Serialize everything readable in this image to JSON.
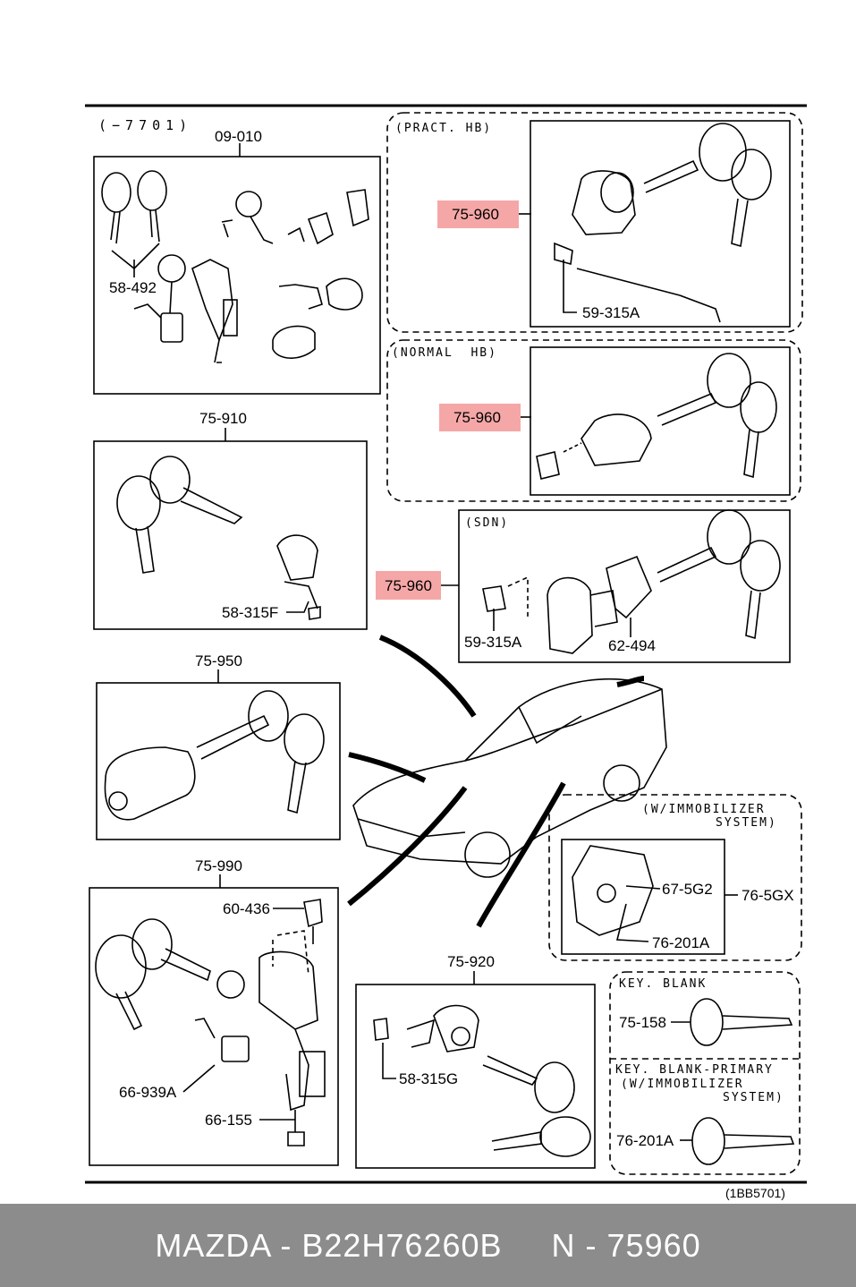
{
  "range_label": "(−7701)",
  "code_label": "(1BB5701)",
  "sections": {
    "pract_hb": "(PRACT. HB)",
    "normal_hb": "(NORMAL  HB)",
    "sdn": "(SDN)",
    "immobilizer_line1": "(W/IMMOBILIZER",
    "immobilizer_line2": "SYSTEM)",
    "key_blank": "KEY. BLANK",
    "key_blank_primary_line1": "KEY. BLANK-PRIMARY",
    "key_blank_primary_line2": "(W/IMMOBILIZER",
    "key_blank_primary_line3": "SYSTEM)"
  },
  "parts": {
    "p09_010": "09-010",
    "p58_492": "58-492",
    "p75_910": "75-910",
    "p58_315F": "58-315F",
    "p75_950": "75-950",
    "p75_990": "75-990",
    "p60_436": "60-436",
    "p66_939A": "66-939A",
    "p66_155": "66-155",
    "p75_920": "75-920",
    "p58_315G": "58-315G",
    "p75_960_a": "75-960",
    "p59_315A_a": "59-315A",
    "p75_960_b": "75-960",
    "p75_960_c": "75-960",
    "p59_315A_b": "59-315A",
    "p62_494": "62-494",
    "p67_5G2": "67-5G2",
    "p76_5GX": "76-5GX",
    "p76_201A_a": "76-201A",
    "p75_158": "75-158",
    "p76_201A_b": "76-201A"
  },
  "highlight_color": "#f28a8a",
  "footer": "MAZDA - B22H76260B     N - 75960"
}
